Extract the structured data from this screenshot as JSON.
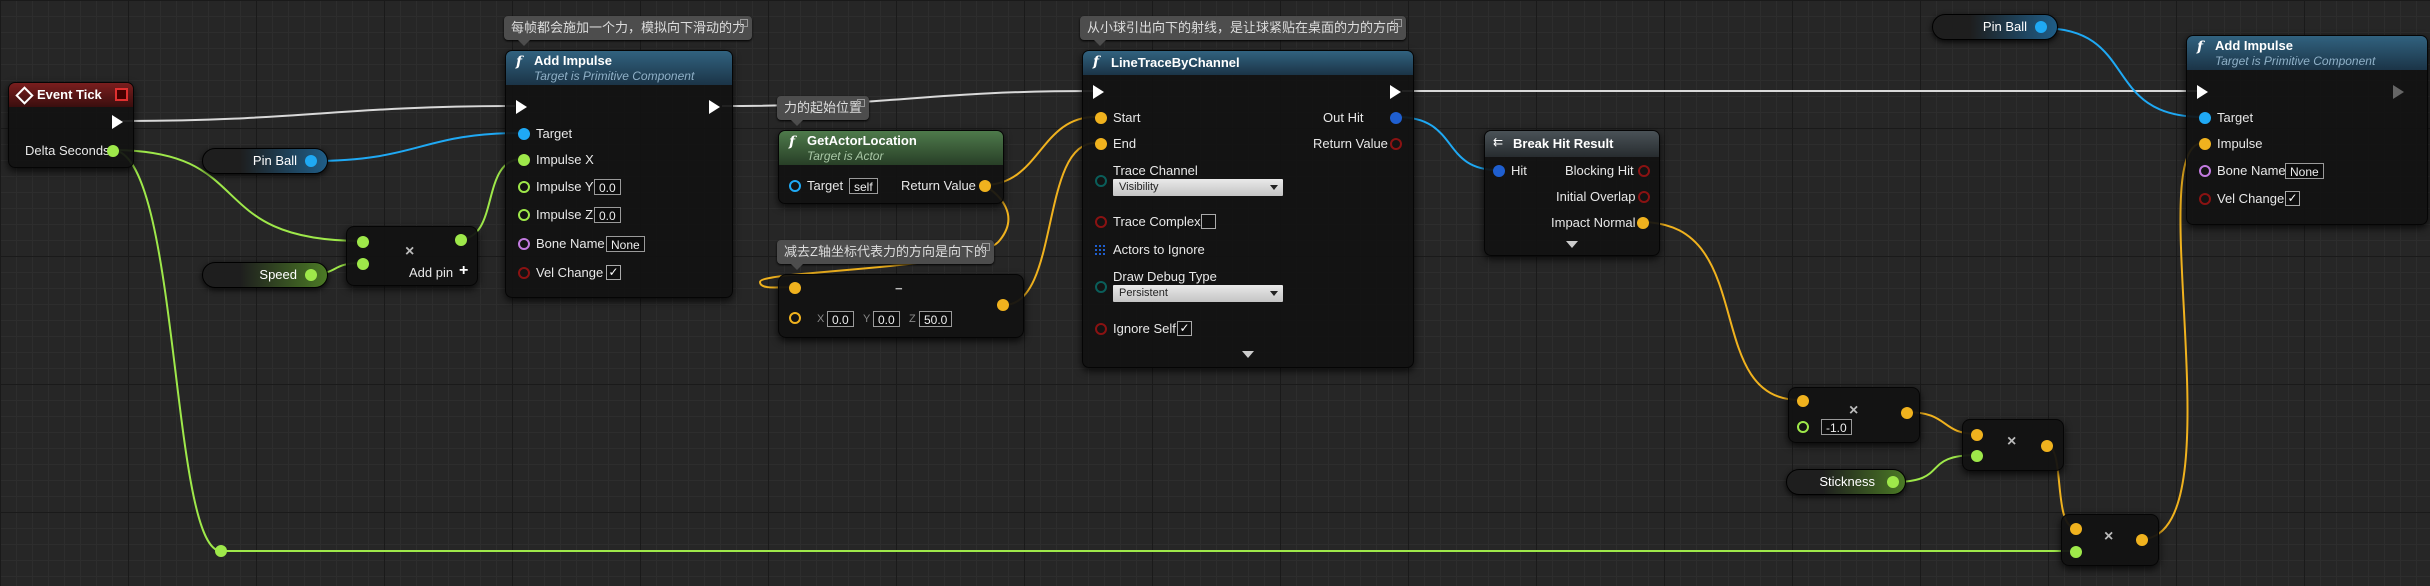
{
  "colors": {
    "exec": "#ffffff",
    "float": "#9ee84a",
    "object": "#1fa9f4",
    "vector": "#f0b21e",
    "bool": "#8a1212",
    "name": "#c27adf",
    "struct": "#1f5fd0",
    "enum": "#0a5e5a"
  },
  "comments": {
    "add_impulse_1": "每帧都会施加一个力，模拟向下滑动的力",
    "start_pos": "力的起始位置",
    "z_direction": "减去Z轴坐标代表力的方向是向下的",
    "trace": "从小球引出向下的射线，是让球紧贴在桌面的力的方向"
  },
  "event_tick": {
    "title": "Event Tick",
    "delta_seconds": "Delta Seconds"
  },
  "pin_ball_1": {
    "label": "Pin Ball"
  },
  "speed": {
    "label": "Speed"
  },
  "multiply_1": {
    "add_pin": "Add pin",
    "add_pin_icon": "plus-icon"
  },
  "add_impulse_1": {
    "title": "Add Impulse",
    "subtitle": "Target is Primitive Component",
    "target": "Target",
    "impulse_x": "Impulse X",
    "impulse_y": "Impulse Y",
    "impulse_y_val": "0.0",
    "impulse_z": "Impulse Z",
    "impulse_z_val": "0.0",
    "bone_name": "Bone Name",
    "bone_name_val": "None",
    "vel_change": "Vel Change",
    "vel_change_checked": true
  },
  "get_actor_location": {
    "title": "GetActorLocation",
    "subtitle": "Target is Actor",
    "target": "Target",
    "target_val": "self",
    "return_value": "Return Value"
  },
  "make_vector": {
    "x_label": "X",
    "x": "0.0",
    "y_label": "Y",
    "y": "0.0",
    "z_label": "Z",
    "z": "50.0"
  },
  "line_trace": {
    "title": "LineTraceByChannel",
    "start": "Start",
    "end": "End",
    "out_hit": "Out Hit",
    "return_value": "Return Value",
    "trace_channel": "Trace Channel",
    "trace_channel_val": "Visibility",
    "trace_complex": "Trace Complex",
    "trace_complex_checked": false,
    "actors_to_ignore": "Actors to Ignore",
    "draw_debug_type": "Draw Debug Type",
    "draw_debug_type_val": "Persistent",
    "ignore_self": "Ignore Self",
    "ignore_self_checked": true
  },
  "break_hit": {
    "title": "Break Hit Result",
    "hit": "Hit",
    "blocking_hit": "Blocking Hit",
    "initial_overlap": "Initial Overlap",
    "impact_normal": "Impact Normal"
  },
  "multiply_neg": {
    "value": "-1.0"
  },
  "stickness": {
    "label": "Stickness"
  },
  "pin_ball_2": {
    "label": "Pin Ball"
  },
  "add_impulse_2": {
    "title": "Add Impulse",
    "subtitle": "Target is Primitive Component",
    "target": "Target",
    "impulse": "Impulse",
    "bone_name": "Bone Name",
    "bone_name_val": "None",
    "vel_change": "Vel Change",
    "vel_change_checked": true
  }
}
